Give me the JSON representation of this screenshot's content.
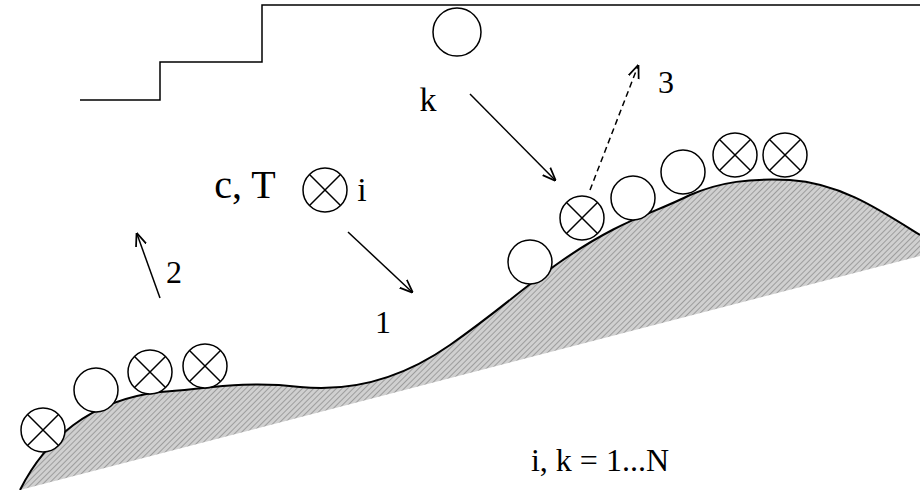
{
  "diagram": {
    "labels": [
      "c, T",
      "i",
      "k",
      "1",
      "2",
      "3",
      "i, k = 1...N"
    ]
  }
}
